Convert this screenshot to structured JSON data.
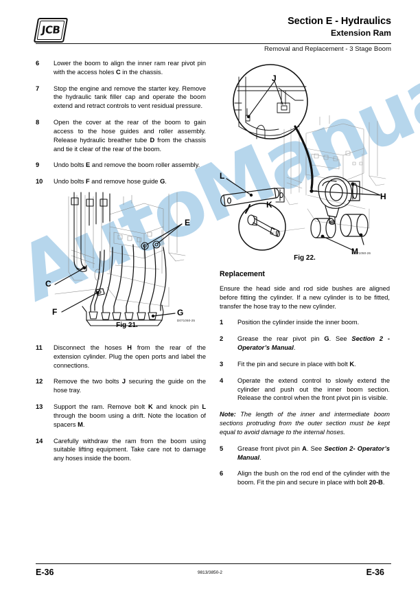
{
  "header": {
    "logo_text": "JCB",
    "title": "Section E - Hydraulics",
    "subtitle": "Extension Ram",
    "caption": "Removal and Replacement - 3 Stage Boom"
  },
  "watermark": {
    "text": "AutoManual",
    "color": "#b3d4ec"
  },
  "left_column": {
    "steps": [
      {
        "num": "6",
        "html": "Lower the boom to align the inner ram rear pivot pin with the access holes <b>C</b> in the chassis."
      },
      {
        "num": "7",
        "html": "Stop the engine and remove the starter key. Remove the hydraulic tank filler cap and operate the boom extend and retract controls to vent residual pressure."
      },
      {
        "num": "8",
        "html": "Open the cover at the rear of the boom to gain access to the hose guides and roller assembly. Release hydraulic breather tube <b>D</b> from the chassis and tie it clear of the rear of the boom."
      },
      {
        "num": "9",
        "html": "Undo bolts <b>E</b> and remove the boom roller assembly."
      },
      {
        "num": "10",
        "html": "Undo bolts <b>F</b> and remove hose guide <b>G</b>."
      }
    ],
    "steps_lower": [
      {
        "num": "11",
        "html": "Disconnect the hoses <b>H</b> from the rear of the extension cylinder. Plug the open ports and label the connections."
      },
      {
        "num": "12",
        "html": "Remove the two bolts <b>J</b> securing the guide on the hose tray."
      },
      {
        "num": "13",
        "html": "Support the ram. Remove bolt <b>K</b> and knock pin <b>L</b> through the boom using a drift. Note the location of spacers <b>M</b>."
      },
      {
        "num": "14",
        "html": "Carefully withdraw the ram from the boom using suitable lifting equipment. Take care not to damage any hoses inside the boom."
      }
    ]
  },
  "right_column": {
    "heading": "Replacement",
    "intro": "Ensure the head side and rod side bushes are aligned before fitting the cylinder. If a new cylinder is to be fitted, transfer the hose tray to the new cylinder.",
    "steps_a": [
      {
        "num": "1",
        "html": "Position the cylinder inside the inner boom."
      },
      {
        "num": "2",
        "html": "Grease the rear pivot pin <b>G</b>. See <b><i>Section 2 - Operator&rsquo;s Manual</i></b>."
      },
      {
        "num": "3",
        "html": "Fit the pin and secure in place with bolt <b>K</b>."
      },
      {
        "num": "4",
        "html": "Operate the extend control to slowly extend the cylinder and push out the inner boom section. Release the control when the front pivot pin is visible."
      }
    ],
    "note": "<b>Note:</b> The length of the inner and intermediate boom sections protruding from the outer section must be kept equal to avoid damage to the internal hoses.",
    "steps_b": [
      {
        "num": "5",
        "html": "Grease front pivot pin <b>A</b>. See <b><i>Section 2- Operator&rsquo;s Manual</i></b>."
      },
      {
        "num": "6",
        "html": "Align the bush on the rod end of the cylinder with the boom. Fit the pin and secure in place with bolt <b>20-B</b>."
      }
    ]
  },
  "figures": [
    {
      "id": "fig21",
      "caption": "Fig 21.",
      "code": "D071050-25",
      "labels": [
        "E",
        "C",
        "F",
        "G"
      ]
    },
    {
      "id": "fig22",
      "caption": "Fig 22.",
      "code": "D071050-26",
      "labels": [
        "J",
        "L",
        "K",
        "H",
        "M"
      ]
    }
  ],
  "footer": {
    "left": "E-36",
    "center": "9813/3850-2",
    "right": "E-36"
  }
}
